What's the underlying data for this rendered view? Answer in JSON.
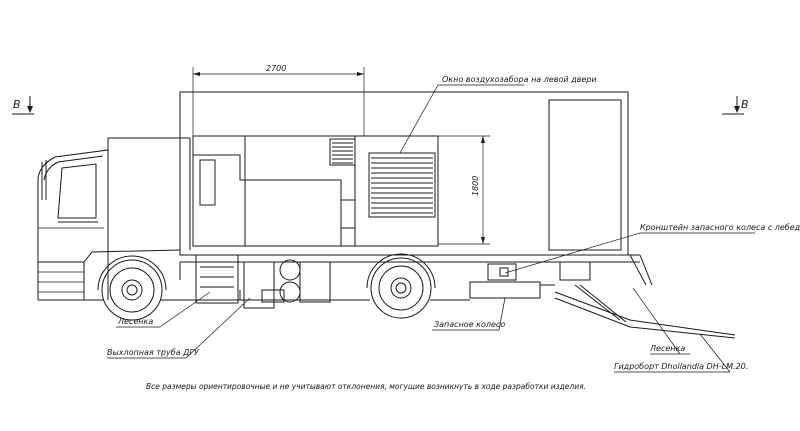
{
  "section_mark_left": "В",
  "section_mark_right": "В",
  "dimensions": {
    "width_label": "2700",
    "height_label": "1800"
  },
  "callouts": {
    "air_intake_window": "Окно воздухозабора на левой двери",
    "spare_wheel_bracket": "Кронштейн запасного колеса с лебедкой",
    "ladder_left": "Лесенка",
    "exhaust_pipe": "Выхлопная труба ДГУ",
    "spare_wheel": "Запасное колесо",
    "ladder_right": "Лесенка",
    "tail_lift": "Гидроборт Dhollandia DH-LM.20."
  },
  "footnote": "Все размеры ориентировочные и не учитывают отклонения, могущие возникнуть в ходе разработки изделия."
}
